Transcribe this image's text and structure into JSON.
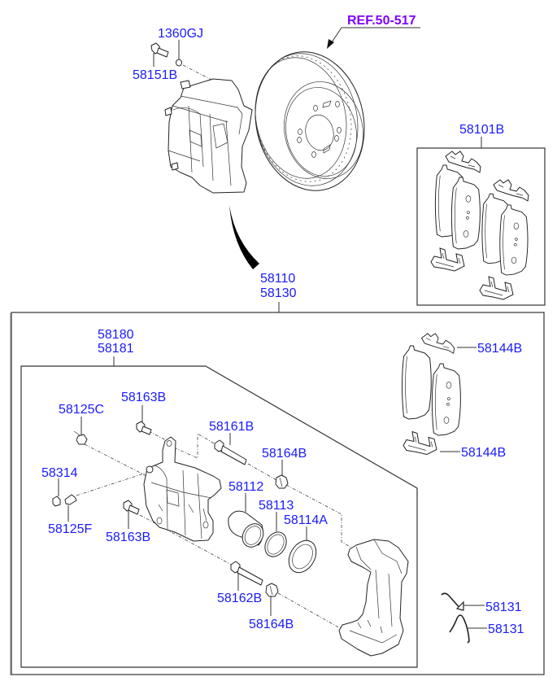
{
  "diagram": {
    "colors": {
      "callout": "#1a1aff",
      "reference": "#7f00ff",
      "line": "#333333"
    },
    "reference": {
      "label": "REF.50-517"
    },
    "callouts": [
      {
        "part_no": "1360GJ"
      },
      {
        "part_no": "58151B"
      },
      {
        "part_no": "58101B"
      },
      {
        "part_no": "58110"
      },
      {
        "part_no": "58130"
      },
      {
        "part_no": "58180"
      },
      {
        "part_no": "58181"
      },
      {
        "part_no": "58163B"
      },
      {
        "part_no": "58125C"
      },
      {
        "part_no": "58161B"
      },
      {
        "part_no": "58164B"
      },
      {
        "part_no": "58314"
      },
      {
        "part_no": "58112"
      },
      {
        "part_no": "58113"
      },
      {
        "part_no": "58114A"
      },
      {
        "part_no": "58125F"
      },
      {
        "part_no": "58163B"
      },
      {
        "part_no": "58162B"
      },
      {
        "part_no": "58164B"
      },
      {
        "part_no": "58144B"
      },
      {
        "part_no": "58144B"
      },
      {
        "part_no": "58131"
      },
      {
        "part_no": "58131"
      }
    ]
  }
}
